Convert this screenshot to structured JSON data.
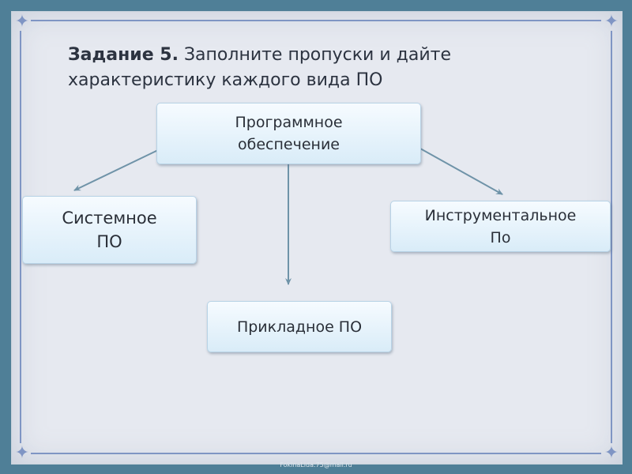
{
  "title": {
    "bold": "Задание 5.",
    "text": " Заполните пропуски и дайте характеристику каждого вида ПО"
  },
  "nodes": {
    "root": "Программное\nобеспечение",
    "system": "Системное\nПО",
    "tools": "Инструментальное\nПо",
    "applied": "Прикладное ПО"
  },
  "footer": "FokinaLida.75@mail.ru",
  "colors": {
    "background": "#4f7f97",
    "slide": "#e6e9f0",
    "arrow": "#6f93a8",
    "box_fill": "#e3f1fb"
  }
}
